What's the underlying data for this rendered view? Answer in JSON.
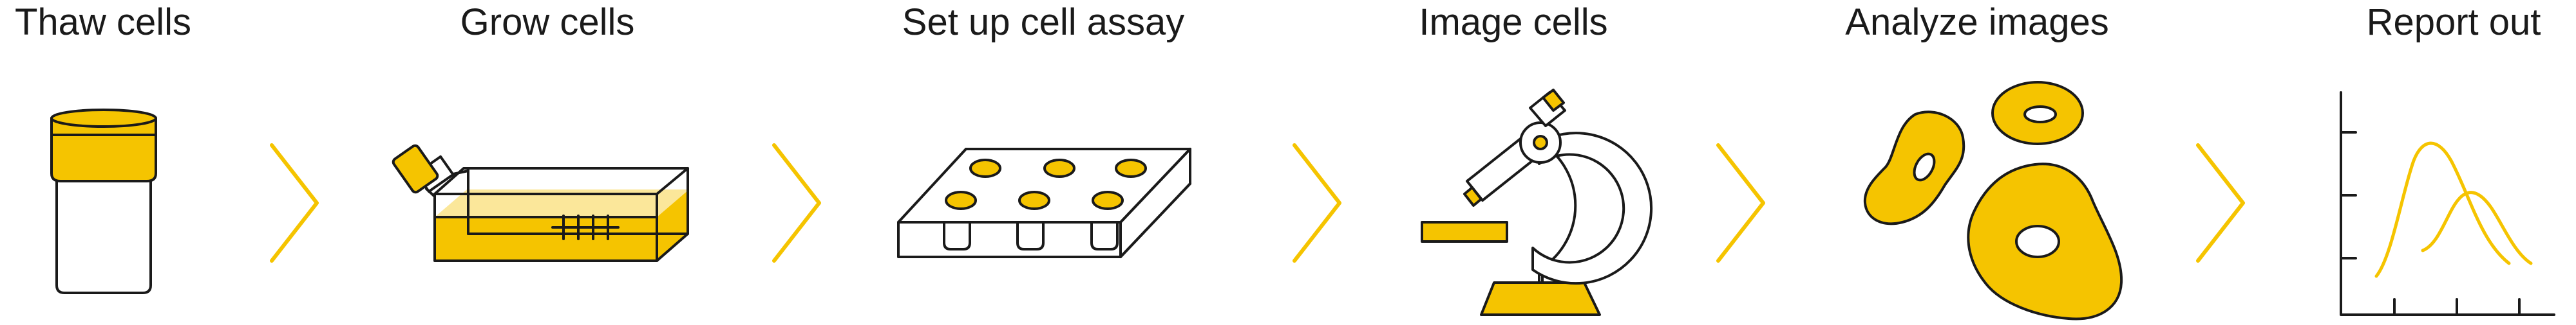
{
  "stages": [
    {
      "label": "Thaw cells",
      "icon": "cryovial-icon"
    },
    {
      "label": "Grow cells",
      "icon": "culture-flask-icon"
    },
    {
      "label": "Set up cell assay",
      "icon": "well-plate-icon"
    },
    {
      "label": "Image cells",
      "icon": "microscope-icon"
    },
    {
      "label": "Analyze images",
      "icon": "cells-icon"
    },
    {
      "label": "Report out",
      "icon": "line-graph-icon"
    }
  ],
  "connector_icon": "chevron-right-icon",
  "colors": {
    "accent": "#F5C400",
    "accent_light": "#FBE79A",
    "stroke": "#1a1a1a",
    "text": "#1a1a1a"
  }
}
